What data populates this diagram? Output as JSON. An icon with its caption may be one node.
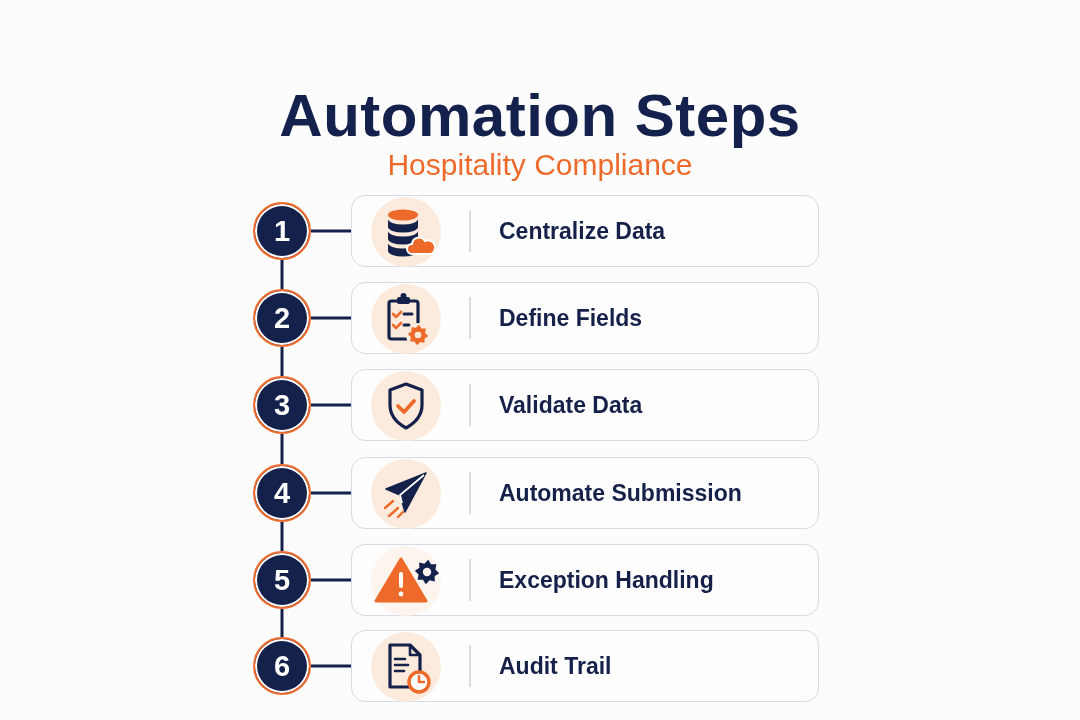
{
  "diagram": {
    "title": "Automation Steps",
    "nodes": [
      {
        "text": [
          "1"
        ]
      },
      {
        "text": [
          "Centralize Data"
        ]
      },
      {
        "text": [
          "2"
        ]
      },
      {
        "text": [
          "Define Fields"
        ]
      },
      {
        "text": [
          "3"
        ]
      },
      {
        "text": [
          "Validate Data"
        ]
      },
      {
        "text": [
          "4"
        ]
      },
      {
        "text": [
          "Automate Submission"
        ]
      },
      {
        "text": [
          "5"
        ]
      },
      {
        "text": [
          "Exception Handling"
        ]
      },
      {
        "text": [
          "6"
        ]
      },
      {
        "text": [
          "Audit Trail"
        ]
      }
    ],
    "edges": [
      {
        "from": 0,
        "to": 1,
        "arrow": "none"
      },
      {
        "from": 0,
        "to": 2,
        "arrow": "none"
      },
      {
        "from": 2,
        "to": 3,
        "arrow": "none"
      },
      {
        "from": 2,
        "to": 4,
        "arrow": "none"
      },
      {
        "from": 4,
        "to": 5,
        "arrow": "none"
      },
      {
        "from": 4,
        "to": 6,
        "arrow": "none"
      },
      {
        "from": 6,
        "to": 7,
        "arrow": "none"
      },
      {
        "from": 6,
        "to": 8,
        "arrow": "none"
      },
      {
        "from": 8,
        "to": 9,
        "arrow": "none"
      },
      {
        "from": 8,
        "to": 10,
        "arrow": "none"
      },
      {
        "from": 10,
        "to": 11,
        "arrow": "none"
      }
    ],
    "labels": [
      "Hospitality Compliance"
    ]
  }
}
